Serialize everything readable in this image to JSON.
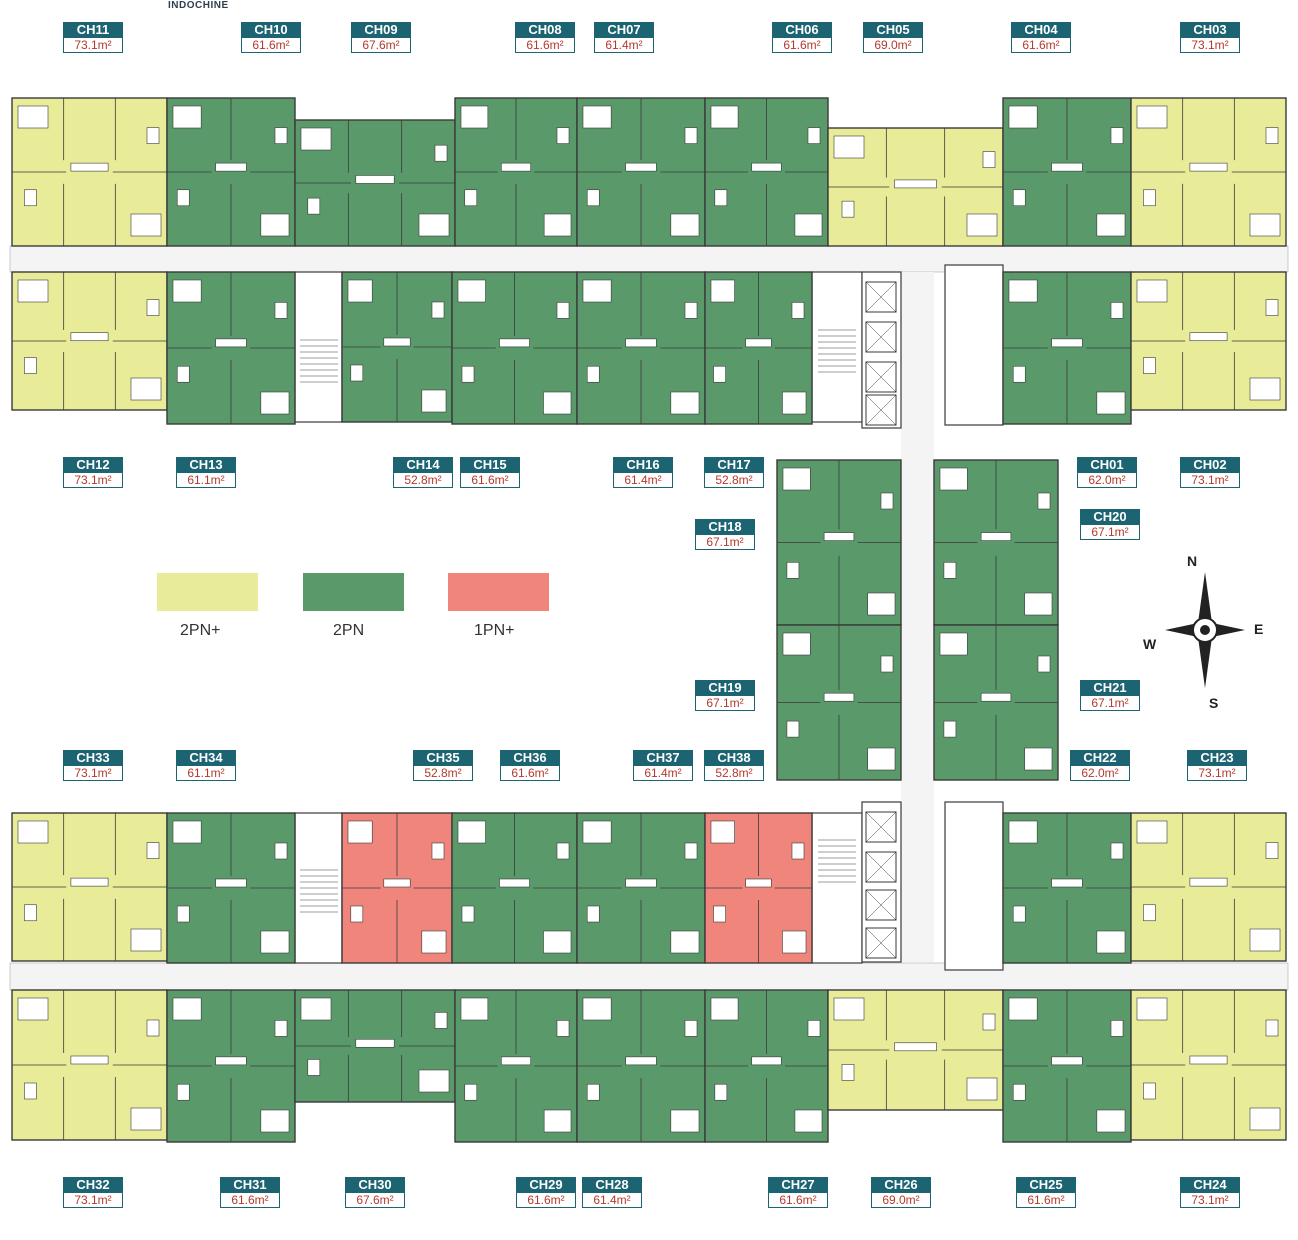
{
  "brand": "INDOCHINE",
  "colors": {
    "two_br_plus": "#e8ec98",
    "two_br": "#5a9a6a",
    "one_br_plus": "#f0857c",
    "tag_bg": "#1d6472",
    "area_text": "#b23a2e",
    "corridor": "#ffffff",
    "wall": "#3a3a3a"
  },
  "legend": [
    {
      "label": "2PN+",
      "type": "two_br_plus"
    },
    {
      "label": "2PN",
      "type": "two_br"
    },
    {
      "label": "1PN+",
      "type": "one_br_plus"
    }
  ],
  "compass": {
    "n": "N",
    "s": "S",
    "e": "E",
    "w": "W"
  },
  "units": [
    {
      "code": "CH11",
      "area": "73.1m²",
      "type": "two_br_plus"
    },
    {
      "code": "CH10",
      "area": "61.6m²",
      "type": "two_br"
    },
    {
      "code": "CH09",
      "area": "67.6m²",
      "type": "two_br"
    },
    {
      "code": "CH08",
      "area": "61.6m²",
      "type": "two_br"
    },
    {
      "code": "CH07",
      "area": "61.4m²",
      "type": "two_br"
    },
    {
      "code": "CH06",
      "area": "61.6m²",
      "type": "two_br"
    },
    {
      "code": "CH05",
      "area": "69.0m²",
      "type": "two_br_plus"
    },
    {
      "code": "CH04",
      "area": "61.6m²",
      "type": "two_br"
    },
    {
      "code": "CH03",
      "area": "73.1m²",
      "type": "two_br_plus"
    },
    {
      "code": "CH12",
      "area": "73.1m²",
      "type": "two_br_plus"
    },
    {
      "code": "CH13",
      "area": "61.1m²",
      "type": "two_br"
    },
    {
      "code": "CH14",
      "area": "52.8m²",
      "type": "two_br"
    },
    {
      "code": "CH15",
      "area": "61.6m²",
      "type": "two_br"
    },
    {
      "code": "CH16",
      "area": "61.4m²",
      "type": "two_br"
    },
    {
      "code": "CH17",
      "area": "52.8m²",
      "type": "two_br"
    },
    {
      "code": "CH01",
      "area": "62.0m²",
      "type": "two_br"
    },
    {
      "code": "CH02",
      "area": "73.1m²",
      "type": "two_br_plus"
    },
    {
      "code": "CH18",
      "area": "67.1m²",
      "type": "two_br"
    },
    {
      "code": "CH20",
      "area": "67.1m²",
      "type": "two_br"
    },
    {
      "code": "CH19",
      "area": "67.1m²",
      "type": "two_br"
    },
    {
      "code": "CH21",
      "area": "67.1m²",
      "type": "two_br"
    },
    {
      "code": "CH33",
      "area": "73.1m²",
      "type": "two_br_plus"
    },
    {
      "code": "CH34",
      "area": "61.1m²",
      "type": "two_br"
    },
    {
      "code": "CH35",
      "area": "52.8m²",
      "type": "one_br_plus"
    },
    {
      "code": "CH36",
      "area": "61.6m²",
      "type": "two_br"
    },
    {
      "code": "CH37",
      "area": "61.4m²",
      "type": "two_br"
    },
    {
      "code": "CH38",
      "area": "52.8m²",
      "type": "one_br_plus"
    },
    {
      "code": "CH22",
      "area": "62.0m²",
      "type": "two_br"
    },
    {
      "code": "CH23",
      "area": "73.1m²",
      "type": "two_br_plus"
    },
    {
      "code": "CH32",
      "area": "73.1m²",
      "type": "two_br_plus"
    },
    {
      "code": "CH31",
      "area": "61.6m²",
      "type": "two_br"
    },
    {
      "code": "CH30",
      "area": "67.6m²",
      "type": "two_br"
    },
    {
      "code": "CH29",
      "area": "61.6m²",
      "type": "two_br"
    },
    {
      "code": "CH28",
      "area": "61.4m²",
      "type": "two_br"
    },
    {
      "code": "CH27",
      "area": "61.6m²",
      "type": "two_br"
    },
    {
      "code": "CH26",
      "area": "69.0m²",
      "type": "two_br_plus"
    },
    {
      "code": "CH25",
      "area": "61.6m²",
      "type": "two_br"
    },
    {
      "code": "CH24",
      "area": "73.1m²",
      "type": "two_br_plus"
    }
  ]
}
